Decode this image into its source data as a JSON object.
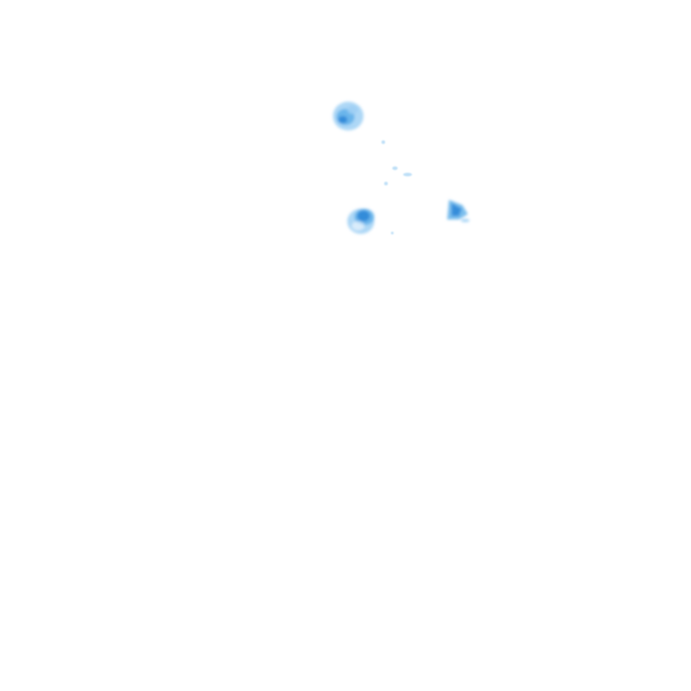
{
  "colors": {
    "background": "#ffffff",
    "splash_light": "#9fd0f4",
    "splash_mid": "#5aaee8",
    "splash_dark": "#1f7ed3",
    "speck": "#b7dcf6"
  },
  "blobs": [
    {
      "name": "splash-top-left"
    },
    {
      "name": "splash-bottom-left"
    },
    {
      "name": "splash-right"
    },
    {
      "name": "speck-1"
    },
    {
      "name": "speck-2"
    },
    {
      "name": "speck-3"
    },
    {
      "name": "speck-4"
    },
    {
      "name": "speck-5"
    }
  ]
}
